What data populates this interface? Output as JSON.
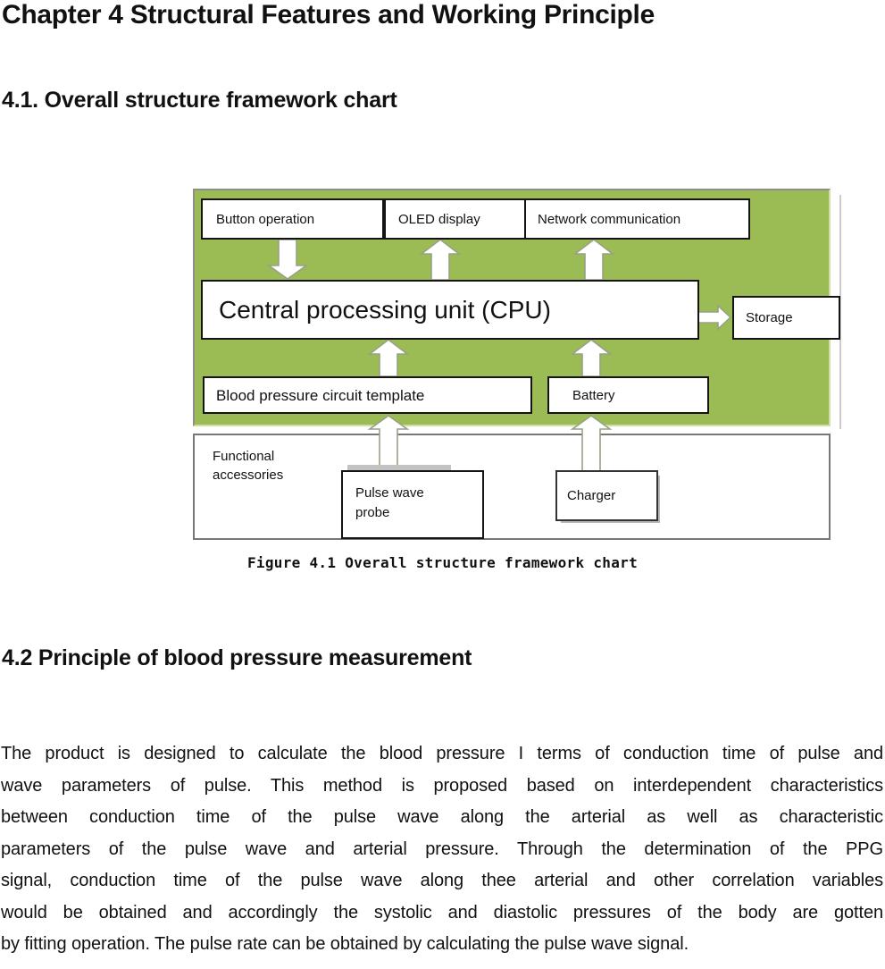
{
  "page": {
    "chapter_title": "Chapter 4 Structural Features and Working Principle",
    "section_41_title": "4.1. Overall structure framework chart",
    "section_42_title": "4.2 Principle of blood pressure measurement"
  },
  "figure": {
    "caption": "Figure 4.1 Overall structure framework chart",
    "colors": {
      "panel_green": "#9bbc55",
      "panel_border": "#8e8e8e",
      "box_border": "#141414",
      "arrow_fill": "#ffffff",
      "arrow_stroke": "#97a185"
    },
    "blocks": {
      "button_operation": "Button operation",
      "oled_display": "OLED display",
      "network_communication": "Network communication",
      "cpu": "Central processing unit (CPU)",
      "storage": "Storage",
      "blood_pressure_template": "Blood pressure circuit template",
      "battery": "Battery",
      "functional_accessories": {
        "line1": "Functional",
        "line2": "accessories"
      },
      "pulse_wave_probe": {
        "line1": "Pulse wave",
        "line2": "probe"
      },
      "charger": "Charger"
    }
  },
  "body": {
    "lines": [
      "The product is designed to calculate the blood pressure I terms of conduction time of pulse and",
      "wave parameters of pulse. This method is proposed based on interdependent characteristics",
      "between conduction time of the pulse wave along the arterial as well as characteristic",
      "parameters of the pulse wave and arterial pressure. Through the determination of the PPG",
      "signal, conduction time of the pulse wave along thee arterial and other correlation variables",
      "would be obtained and accordingly the systolic and diastolic pressures of the body are gotten",
      "by fitting operation. The pulse rate can be obtained by calculating the pulse wave signal."
    ]
  }
}
